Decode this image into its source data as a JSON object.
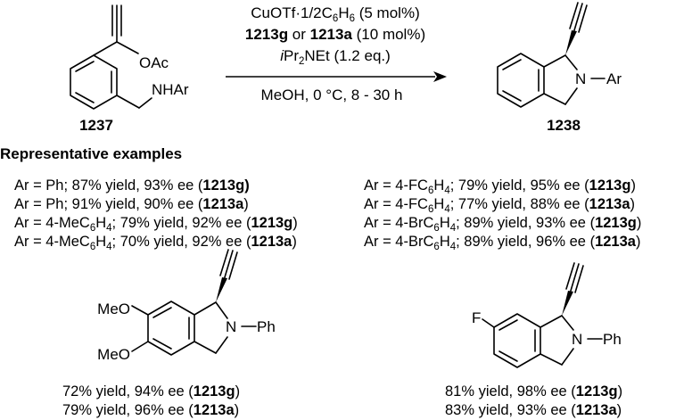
{
  "reaction": {
    "reagents": [
      {
        "parts": [
          {
            "t": "CuOTf·1/2C"
          },
          {
            "t": "6",
            "sub": true
          },
          {
            "t": "H"
          },
          {
            "t": "6",
            "sub": true
          },
          {
            "t": " (5 mol%)"
          }
        ]
      },
      {
        "parts": [
          {
            "t": "1213g",
            "b": true
          },
          {
            "t": " or "
          },
          {
            "t": "1213a",
            "b": true
          },
          {
            "t": " (10 mol%)"
          }
        ]
      },
      {
        "parts": [
          {
            "t": "i",
            "i": true
          },
          {
            "t": "Pr"
          },
          {
            "t": "2",
            "sub": true
          },
          {
            "t": "NEt (1.2 eq.)"
          }
        ]
      }
    ],
    "conditions": "MeOH, 0 °C, 8 - 30 h",
    "substrate": {
      "label": "1237",
      "atoms": {
        "oac": "OAc",
        "nhar": "NHAr"
      }
    },
    "product": {
      "label": "1238",
      "atoms": {
        "n": "N",
        "ar": "Ar"
      }
    }
  },
  "examples": {
    "heading": "Representative examples",
    "left": [
      [
        {
          "t": "Ar = Ph; 87% yield, 93% ee ("
        },
        {
          "t": "1213g)",
          "b": true
        }
      ],
      [
        {
          "t": "Ar = Ph; 91% yield, 90% ee ("
        },
        {
          "t": "1213a",
          "b": true
        },
        {
          "t": ")"
        }
      ],
      [
        {
          "t": "Ar = 4-MeC"
        },
        {
          "t": "6",
          "sub": true
        },
        {
          "t": "H"
        },
        {
          "t": "4",
          "sub": true
        },
        {
          "t": "; 79% yield, 92% ee ("
        },
        {
          "t": "1213g",
          "b": true
        },
        {
          "t": ")"
        }
      ],
      [
        {
          "t": "Ar = 4-MeC"
        },
        {
          "t": "6",
          "sub": true
        },
        {
          "t": "H"
        },
        {
          "t": "4",
          "sub": true
        },
        {
          "t": "; 70% yield, 92% ee ("
        },
        {
          "t": "1213a",
          "b": true
        },
        {
          "t": ")"
        }
      ]
    ],
    "right": [
      [
        {
          "t": "Ar = 4-FC"
        },
        {
          "t": "6",
          "sub": true
        },
        {
          "t": "H"
        },
        {
          "t": "4",
          "sub": true
        },
        {
          "t": "; 79% yield, 95% ee ("
        },
        {
          "t": "1213g",
          "b": true
        },
        {
          "t": ")"
        }
      ],
      [
        {
          "t": "Ar = 4-FC"
        },
        {
          "t": "6",
          "sub": true
        },
        {
          "t": "H"
        },
        {
          "t": "4",
          "sub": true
        },
        {
          "t": "; 77% yield, 88% ee ("
        },
        {
          "t": "1213a",
          "b": true
        },
        {
          "t": ")"
        }
      ],
      [
        {
          "t": "Ar = 4-BrC"
        },
        {
          "t": "6",
          "sub": true
        },
        {
          "t": "H"
        },
        {
          "t": "4",
          "sub": true
        },
        {
          "t": "; 89% yield, 93% ee ("
        },
        {
          "t": "1213g",
          "b": true
        },
        {
          "t": ")"
        }
      ],
      [
        {
          "t": "Ar = 4-BrC"
        },
        {
          "t": "6",
          "sub": true
        },
        {
          "t": "H"
        },
        {
          "t": "4",
          "sub": true
        },
        {
          "t": "; 89% yield, 96% ee ("
        },
        {
          "t": "1213a",
          "b": true
        },
        {
          "t": ")"
        }
      ]
    ]
  },
  "structures": {
    "dimethoxy": {
      "atoms": {
        "meo_top": "MeO",
        "meo_bottom": "MeO",
        "n": "N",
        "ph": "Ph"
      },
      "results": [
        [
          {
            "t": "72% yield, 94% ee ("
          },
          {
            "t": "1213g",
            "b": true
          },
          {
            "t": ")"
          }
        ],
        [
          {
            "t": "79% yield, 96% ee ("
          },
          {
            "t": "1213a",
            "b": true
          },
          {
            "t": ")"
          }
        ]
      ]
    },
    "fluoro": {
      "atoms": {
        "f": "F",
        "n": "N",
        "ph": "Ph"
      },
      "results": [
        [
          {
            "t": "81% yield, 98% ee ("
          },
          {
            "t": "1213g",
            "b": true
          },
          {
            "t": ")"
          }
        ],
        [
          {
            "t": "83% yield, 93% ee ("
          },
          {
            "t": "1213a",
            "b": true
          },
          {
            "t": ")"
          }
        ]
      ]
    }
  }
}
